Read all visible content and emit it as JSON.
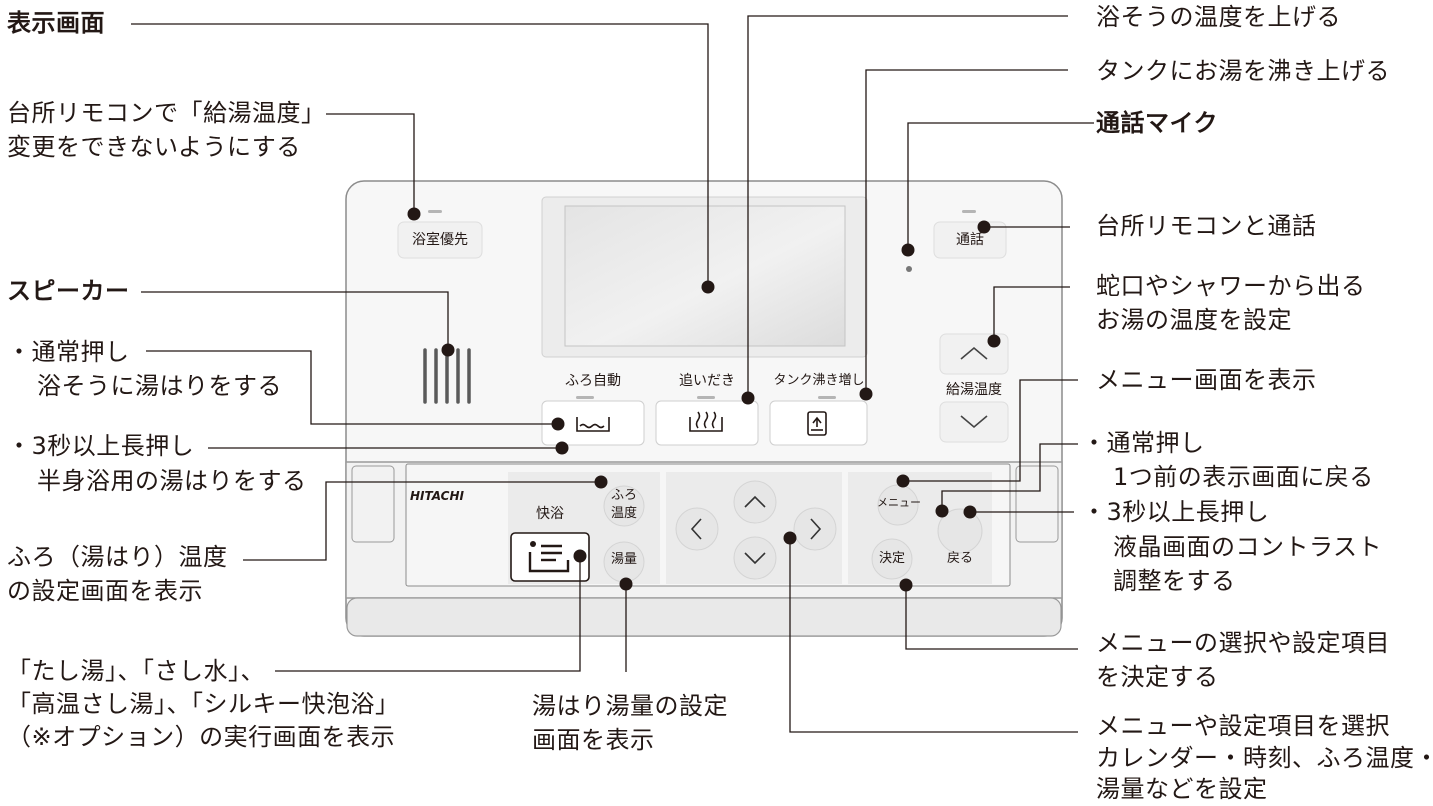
{
  "device": {
    "brand": "HITACHI",
    "buttons": {
      "bath_priority": "浴室優先",
      "call": "通話",
      "auto_bath": "ふろ自動",
      "reheat": "追いだき",
      "tank_boil": "タンク沸き増し",
      "supply_temp": "給湯温度",
      "kaiyoku": "快浴",
      "bath_temp_1": "ふろ",
      "bath_temp_2": "温度",
      "water_amount": "湯量",
      "menu": "メニュー",
      "decide": "決定",
      "back": "戻る"
    }
  },
  "callouts": {
    "display_screen": "表示画面",
    "kitchen_lock_1": "台所リモコンで「給湯温度」",
    "kitchen_lock_2": "変更をできないようにする",
    "speaker": "スピーカー",
    "normal_press": "・通常押し",
    "fill_bath": "浴そうに湯はりをする",
    "long_press": "・3秒以上長押し",
    "half_bath": "半身浴用の湯はりをする",
    "bath_temp_1": "ふろ（湯はり）温度",
    "bath_temp_2": "の設定画面を表示",
    "tashi_1": "「たし湯」、「さし水」、",
    "tashi_2": "「高温さし湯」、「シルキー快泡浴」",
    "tashi_3": "（※オプション）の実行画面を表示",
    "amount_1": "湯はり湯量の設定",
    "amount_2": "画面を表示",
    "raise_temp": "浴そうの温度を上げる",
    "tank_boil": "タンクにお湯を沸き上げる",
    "mic": "通話マイク",
    "kitchen_call": "台所リモコンと通話",
    "faucet_1": "蛇口やシャワーから出る",
    "faucet_2": "お湯の温度を設定",
    "menu_show": "メニュー画面を表示",
    "back_normal": "・通常押し",
    "back_prev": "1つ前の表示画面に戻る",
    "back_long": "・3秒以上長押し",
    "contrast_1": "液晶画面のコントラスト",
    "contrast_2": "調整をする",
    "decide_1": "メニューの選択や設定項目",
    "decide_2": "を決定する",
    "select_1": "メニューや設定項目を選択",
    "select_2": "カレンダー・時刻、ふろ温度・",
    "select_3": "湯量などを設定"
  }
}
